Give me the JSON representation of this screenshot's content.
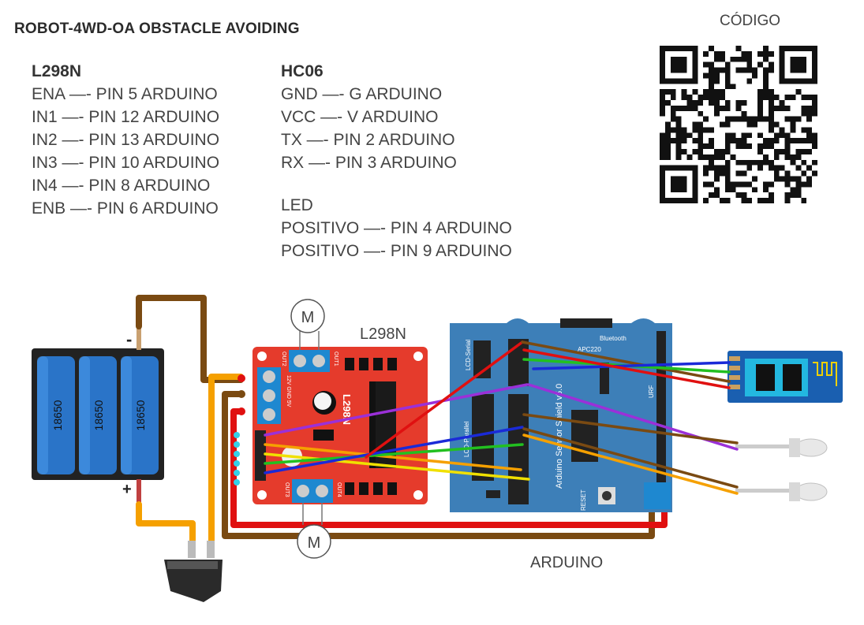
{
  "title": "ROBOT-4WD-OA OBSTACLE AVOIDING",
  "l298n": {
    "header": "L298N",
    "lines": [
      "ENA —- PIN 5 ARDUINO",
      "IN1 —-  PIN 12 ARDUINO",
      "IN2 —- PIN 13 ARDUINO",
      "IN3 —- PIN 10 ARDUINO",
      "IN4 —- PIN 8 ARDUINO",
      "ENB —- PIN 6 ARDUINO"
    ]
  },
  "hc06": {
    "header": "HC06",
    "lines": [
      "GND —- G ARDUINO",
      "VCC —- V ARDUINO",
      "TX —- PIN 2 ARDUINO",
      "RX —- PIN 3 ARDUINO"
    ]
  },
  "led": {
    "header": "LED",
    "lines": [
      "POSITIVO —- PIN 4 ARDUINO",
      "POSITIVO —- PIN 9 ARDUINO"
    ]
  },
  "qr_label": "CÓDIGO",
  "diagram": {
    "driver_label": "L298N",
    "arduino_label": "ARDUINO",
    "motor_symbol": "M",
    "battery_cell_label": "18650",
    "battery_minus": "-",
    "battery_plus": "+",
    "shield_label": "Arduino Sensor Shield v5.0",
    "shield_bluetooth": "Bluetooth",
    "shield_apc": "APC220",
    "shield_lcd_serial": "LCD-Serial",
    "shield_lcd_parallel": "LCD-Parallel",
    "shield_reset": "RESET",
    "shield_urf": "URF",
    "driver_board_text": "L298N",
    "driver_out1": "OUT1",
    "driver_out2": "OUT2",
    "driver_out3": "OUT3",
    "driver_out4": "OUT4",
    "driver_12v": "12V GND 5V"
  },
  "colors": {
    "brown_wire": "#7a4a12",
    "orange_wire": "#f5a000",
    "red_wire": "#e01010",
    "purple_wire": "#9b30d8",
    "blue_wire": "#1a2ad8",
    "green_wire": "#22c020",
    "yellow_wire": "#f0e000",
    "driver_board": "#e53b2c",
    "shield_board": "#3d7fb8",
    "battery_cell": "#2a74c8"
  }
}
